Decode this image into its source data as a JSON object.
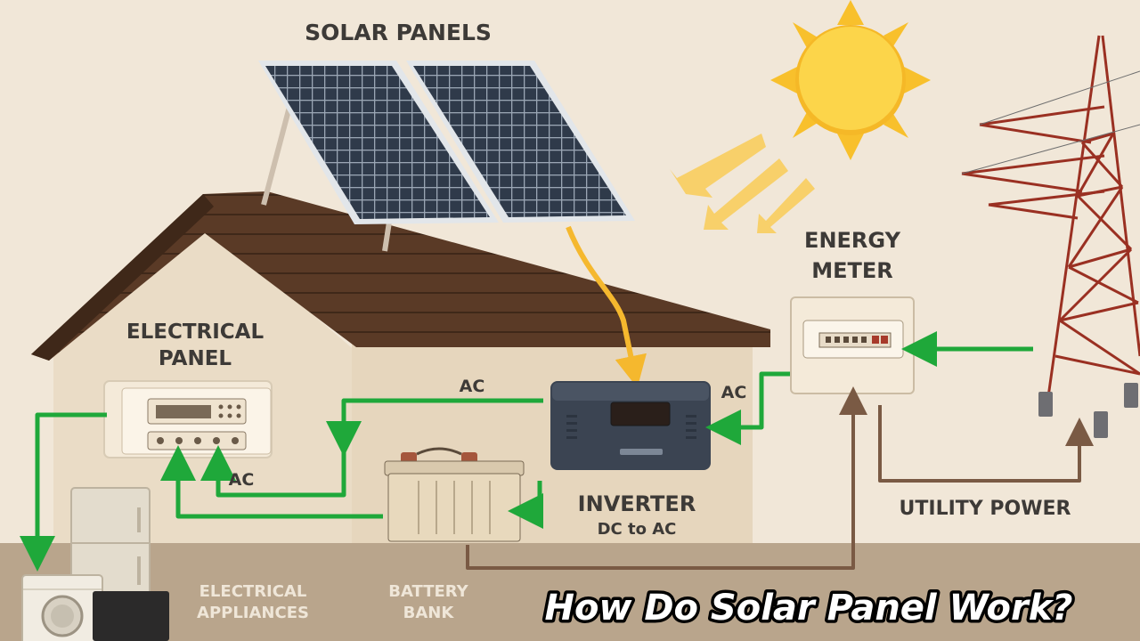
{
  "labels": {
    "solar_panels": "SOLAR PANELS",
    "energy_meter_1": "ENERGY",
    "energy_meter_2": "METER",
    "electrical_panel_1": "ELECTRICAL",
    "electrical_panel_2": "PANEL",
    "ac_top": "AC",
    "ac_right": "AC",
    "ac_left": "AC",
    "inverter": "INVERTER",
    "inverter_sub": "DC to AC",
    "utility_power": "UTILITY POWER",
    "electrical_appliances_1": "ELECTRICAL",
    "electrical_appliances_2": "APPLIANCES",
    "battery_bank_1": "BATTERY",
    "battery_bank_2": "BANK"
  },
  "title": "How Do Solar Panel Work?",
  "colors": {
    "background": "#f1e7d8",
    "ground": "#b9a58c",
    "roof": "#5a3a26",
    "wall": "#eadcc6",
    "flow_green": "#1fa83a",
    "dc_yellow": "#f5b82e",
    "utility_brown": "#7a5a44",
    "sun": "#f8c02c",
    "panel_cell": "#2f3a4a",
    "inverter_body": "#3b4452"
  },
  "icons": [
    "sun-icon",
    "transmission-tower-icon",
    "washing-machine-icon",
    "refrigerator-icon",
    "tv-icon"
  ]
}
